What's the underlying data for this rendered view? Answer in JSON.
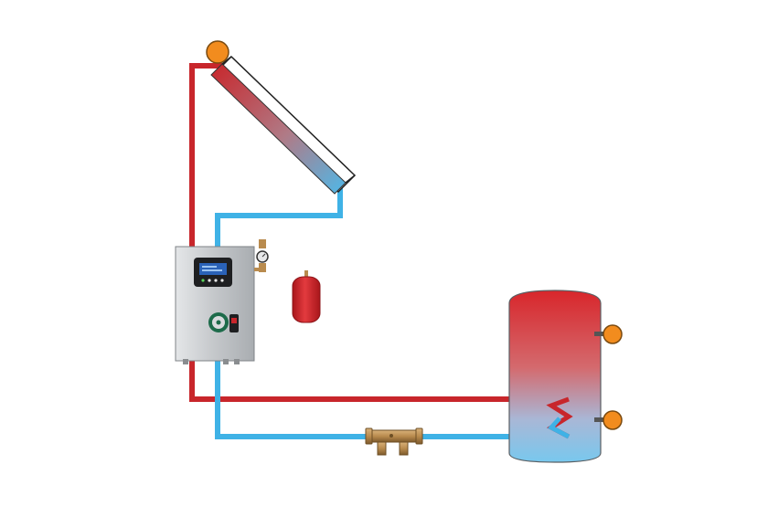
{
  "diagram": {
    "colors": {
      "hot_pipe": "#c8262b",
      "cold_pipe": "#3fb2e6",
      "sensor": "#f28c1e",
      "sensor_outline": "#7a4a10",
      "station_body": "#c9ccce",
      "controller_screen": "#2a62b8",
      "expansion_vessel": "#d8262b",
      "tank_top": "#d8262b",
      "tank_bottom": "#78c8ee",
      "valve_brass": "#b98b4e"
    },
    "components": [
      {
        "id": "solar-collector",
        "icon": "solar-collector-icon"
      },
      {
        "id": "collector-sensor",
        "icon": "temperature-sensor-icon"
      },
      {
        "id": "pump-station",
        "icon": "pump-station-icon"
      },
      {
        "id": "controller-display",
        "icon": "controller-display-icon"
      },
      {
        "id": "circulation-pump",
        "icon": "pump-icon"
      },
      {
        "id": "safety-valve",
        "icon": "safety-valve-icon"
      },
      {
        "id": "expansion-vessel",
        "icon": "expansion-vessel-icon"
      },
      {
        "id": "storage-tank",
        "icon": "storage-tank-icon"
      },
      {
        "id": "tank-sensor-upper",
        "icon": "temperature-sensor-icon"
      },
      {
        "id": "tank-sensor-lower",
        "icon": "temperature-sensor-icon"
      },
      {
        "id": "manifold-valve",
        "icon": "valve-icon"
      }
    ]
  }
}
